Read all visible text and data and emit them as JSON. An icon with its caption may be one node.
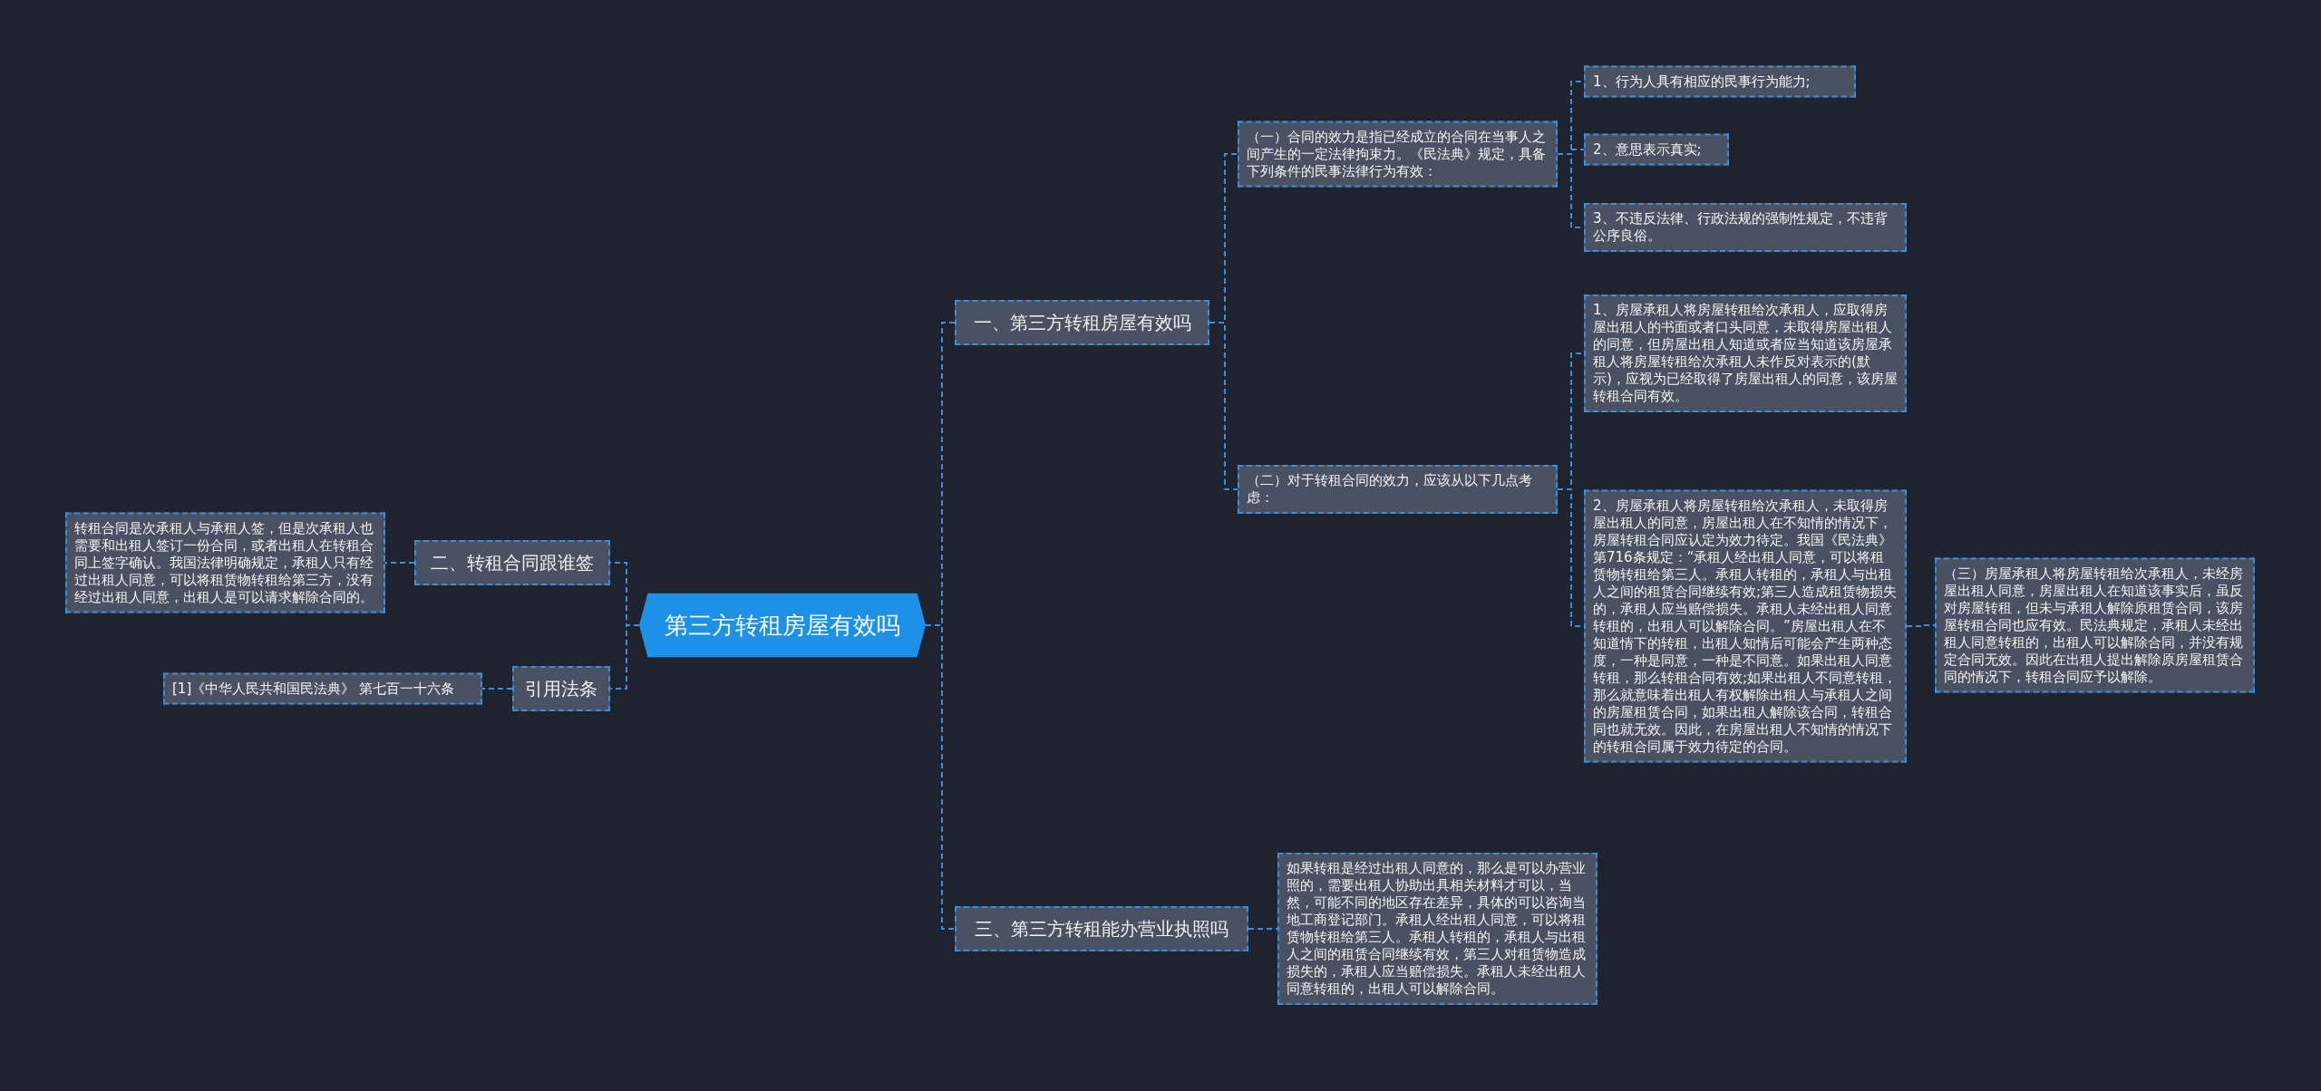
{
  "diagram": {
    "nodes": [
      {
        "text": [
          "第三方转租房屋有效吗"
        ]
      },
      {
        "text": [
          "一、第三方转租房屋有效吗"
        ]
      },
      {
        "text": [
          "（一）合同的效力是指已经成立的合同在当事人之间产生的一定法律拘束力。《民法典》规定，具备下列条件的民事法律行为有效："
        ]
      },
      {
        "text": [
          "1、行为人具有相应的民事行为能力;"
        ]
      },
      {
        "text": [
          "2、意思表示真实;"
        ]
      },
      {
        "text": [
          "3、不违反法律、行政法规的强制性规定，不违背公序良俗。"
        ]
      },
      {
        "text": [
          "（二）对于转租合同的效力，应该从以下几点考虑："
        ]
      },
      {
        "text": [
          "1、房屋承租人将房屋转租给次承租人，应取得房屋出租人的书面或者口头同意，未取得房屋出租人的同意，但房屋出租人知道或者应当知道该房屋承租人将房屋转租给次承租人未作反对表示的(默示)，应视为已经取得了房屋出租人的同意，该房屋转租合同有效。"
        ]
      },
      {
        "text": [
          "2、房屋承租人将房屋转租给次承租人，未取得房屋出租人的同意，房屋出租人在不知情的情况下，房屋转租合同应认定为效力待定。我国《民法典》第716条规定：“承租人经出租人同意，可以将租赁物转租给第三人。承租人转租的，承租人与出租人之间的租赁合同继续有效;第三人造成租赁物损失的，承租人应当赔偿损失。承租人未经出租人同意转租的，出租人可以解除合同。”房屋出租人在不知道情下的转租，出租人知情后可能会产生两种态度，一种是同意，一种是不同意。如果出租人同意转租，那么转租合同有效;如果出租人不同意转租，那么就意味着出租人有权解除出租人与承租人之间的房屋租赁合同，如果出租人解除该合同，转租合同也就无效。因此，在房屋出租人不知情的情况下的转租合同属于效力待定的合同。"
        ]
      },
      {
        "text": [
          "（三）房屋承租人将房屋转租给次承租人，未经房屋出租人同意，房屋出租人在知道该事实后，虽反对房屋转租，但未与承租人解除原租赁合同，该房屋转租合同也应有效。民法典规定，承租人未经出租人同意转租的，出租人可以解除合同，并没有规定合同无效。因此在出租人提出解除原房屋租赁合同的情况下，转租合同应予以解除。"
        ]
      },
      {
        "text": [
          "三、第三方转租能办营业执照吗"
        ]
      },
      {
        "text": [
          "如果转租是经过出租人同意的，那么是可以办营业照的，需要出租人协助出具相关材料才可以，当然，可能不同的地区存在差异，具体的可以咨询当地工商登记部门。承租人经出租人同意，可以将租赁物转租给第三人。承租人转租的，承租人与出租人之间的租赁合同继续有效，第三人对租赁物造成损失的，承租人应当赔偿损失。承租人未经出租人同意转租的，出租人可以解除合同。"
        ]
      },
      {
        "text": [
          "二、转租合同跟谁签"
        ]
      },
      {
        "text": [
          "转租合同是次承租人与承租人签，但是次承租人也需要和出租人签订一份合同，或者出租人在转租合同上签字确认。我国法律明确规定，承租人只有经过出租人同意，可以将租赁物转租给第三方，没有经过出租人同意，出租人是可以请求解除合同的。"
        ]
      },
      {
        "text": [
          "引用法条"
        ]
      },
      {
        "text": [
          "[1]《中华人民共和国民法典》 第七百一十六条"
        ]
      }
    ],
    "edges": [
      {
        "from": 0,
        "to": 1,
        "arrow": "none"
      },
      {
        "from": 0,
        "to": 10,
        "arrow": "none"
      },
      {
        "from": 0,
        "to": 12,
        "arrow": "none"
      },
      {
        "from": 0,
        "to": 14,
        "arrow": "none"
      },
      {
        "from": 1,
        "to": 2,
        "arrow": "none"
      },
      {
        "from": 1,
        "to": 6,
        "arrow": "none"
      },
      {
        "from": 2,
        "to": 3,
        "arrow": "none"
      },
      {
        "from": 2,
        "to": 4,
        "arrow": "none"
      },
      {
        "from": 2,
        "to": 5,
        "arrow": "none"
      },
      {
        "from": 6,
        "to": 7,
        "arrow": "none"
      },
      {
        "from": 6,
        "to": 8,
        "arrow": "none"
      },
      {
        "from": 8,
        "to": 9,
        "arrow": "none"
      },
      {
        "from": 10,
        "to": 11,
        "arrow": "none"
      },
      {
        "from": 12,
        "to": 13,
        "arrow": "none"
      },
      {
        "from": 14,
        "to": 15,
        "arrow": "none"
      }
    ]
  }
}
